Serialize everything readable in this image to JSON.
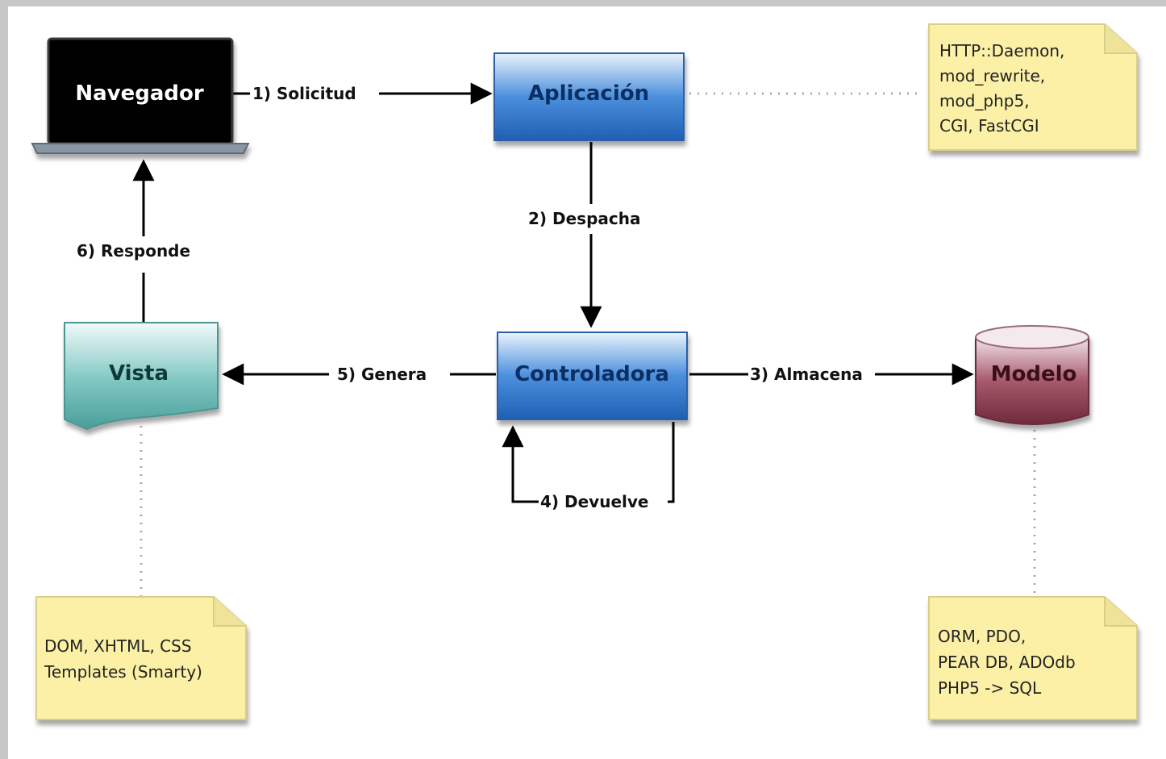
{
  "nodes": {
    "navegador": "Navegador",
    "aplicacion": "Aplicación",
    "controladora": "Controladora",
    "vista": "Vista",
    "modelo": "Modelo"
  },
  "edges": {
    "solicitud": "1) Solicitud",
    "despacha": "2) Despacha",
    "almacena": "3) Almacena",
    "devuelve": "4) Devuelve",
    "genera": "5) Genera",
    "responde": "6) Responde"
  },
  "notes": {
    "aplicacion": [
      "HTTP::Daemon,",
      "mod_rewrite,",
      "mod_php5,",
      "CGI, FastCGI"
    ],
    "vista": [
      "DOM, XHTML, CSS",
      "Templates (Smarty)"
    ],
    "modelo": [
      "ORM, PDO,",
      "PEAR DB, ADOdb",
      "PHP5 -> SQL"
    ]
  },
  "colors": {
    "navegador": "#000000",
    "aplicacion": "#2f75c9",
    "controladora": "#2f75c9",
    "vista": "#5fb0ac",
    "modelo": "#8a3a4c",
    "note": "#fbf0a6"
  }
}
